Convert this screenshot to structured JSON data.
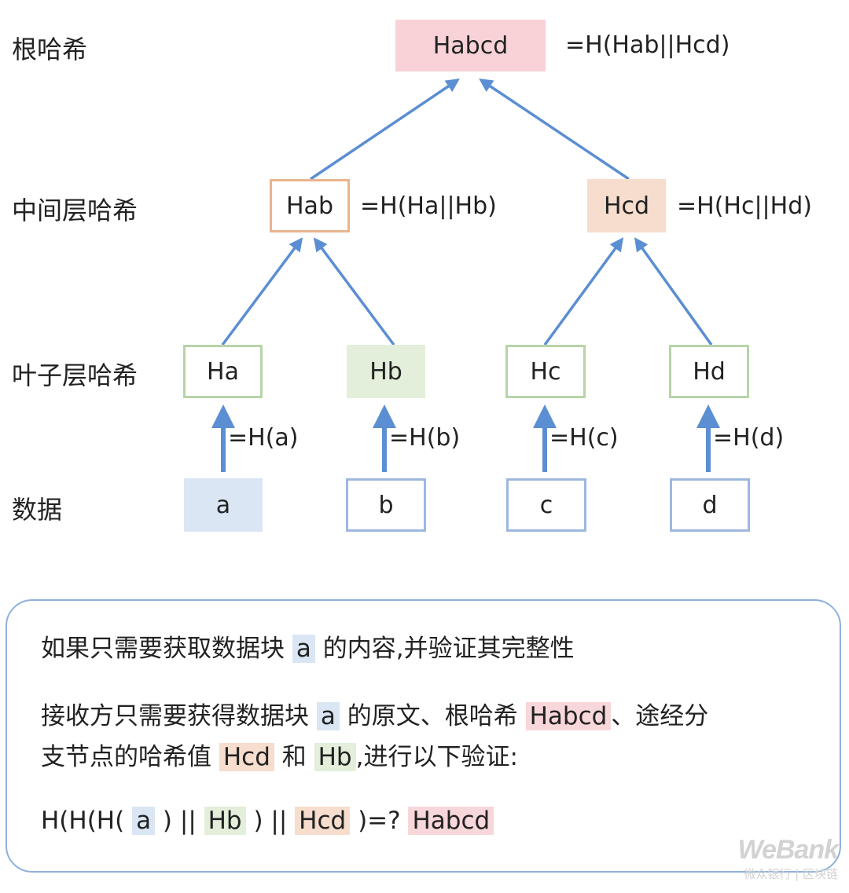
{
  "levels": {
    "root": "根哈希",
    "middle": "中间层哈希",
    "leaf": "叶子层哈希",
    "data": "数据"
  },
  "nodes": {
    "root": "Habcd",
    "hab": "Hab",
    "hcd": "Hcd",
    "ha": "Ha",
    "hb": "Hb",
    "hc": "Hc",
    "hd": "Hd",
    "a": "a",
    "b": "b",
    "c": "c",
    "d": "d"
  },
  "formulas": {
    "root": "=H(Hab||Hcd)",
    "hab": "=H(Ha||Hb)",
    "hcd": "=H(Hc||Hd)",
    "ha": "=H(a)",
    "hb": "=H(b)",
    "hc": "=H(c)",
    "hd": "=H(d)"
  },
  "panel": {
    "line1": {
      "pre": "如果只需要获取数据块 ",
      "a": "a",
      "post": " 的内容,并验证其完整性"
    },
    "line2": {
      "pre": "接收方只需要获得数据块 ",
      "a": "a",
      "mid": " 的原文、根哈希 ",
      "root": "Habcd",
      "post": "、途经分"
    },
    "line3": {
      "pre": "支节点的哈希值 ",
      "hcd": "Hcd",
      "mid": " 和 ",
      "hb": "Hb",
      "post": ",进行以下验证:"
    },
    "line4": {
      "p1": "H(H(H( ",
      "a": "a",
      "p2": " ) || ",
      "hb": "Hb",
      "p3": " ) || ",
      "hcd": "Hcd",
      "p4": " )=? ",
      "root": "Habcd"
    }
  },
  "watermark": {
    "logo": "WeBank",
    "sub": "微众银行 | 区块链"
  },
  "colors": {
    "arrow": "#5b8ed2",
    "data_border": "#9db8df",
    "data_fill": "#dbe6f4",
    "leaf_border": "#b6d4a8",
    "leaf_fill": "#e3efda",
    "mid_border": "#e9b48e",
    "mid_fill": "#f6ddcd",
    "root_fill": "#f8d2d6"
  }
}
